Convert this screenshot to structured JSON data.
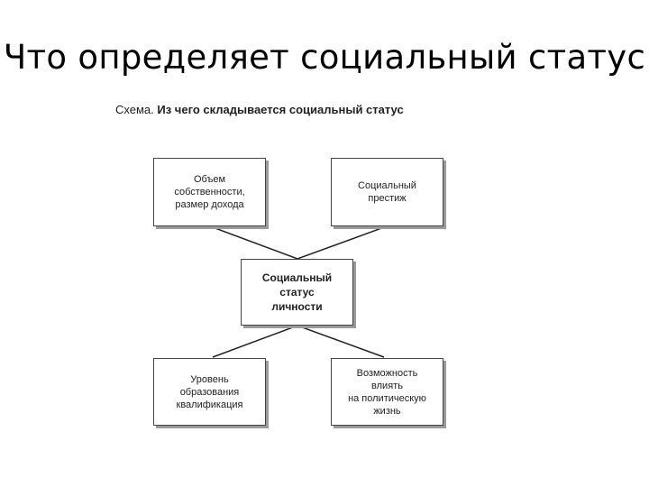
{
  "slide": {
    "title": "Что определяет социальный статус"
  },
  "diagram": {
    "caption_prefix": "Схема.",
    "caption_title": "Из чего складывается социальный статус",
    "boxes": {
      "top_left": "Объем\nсобственности,\nразмер дохода",
      "top_right": "Социальный\nпрестиж",
      "center": "Социальный\nстатус\nличности",
      "bottom_left": "Уровень\nобразования\nквалификация",
      "bottom_right": "Возможность\nвлиять\nна политическую\nжизнь"
    },
    "colors": {
      "border": "#444444",
      "shadow": "#9a9a9a",
      "line": "#222222"
    }
  }
}
